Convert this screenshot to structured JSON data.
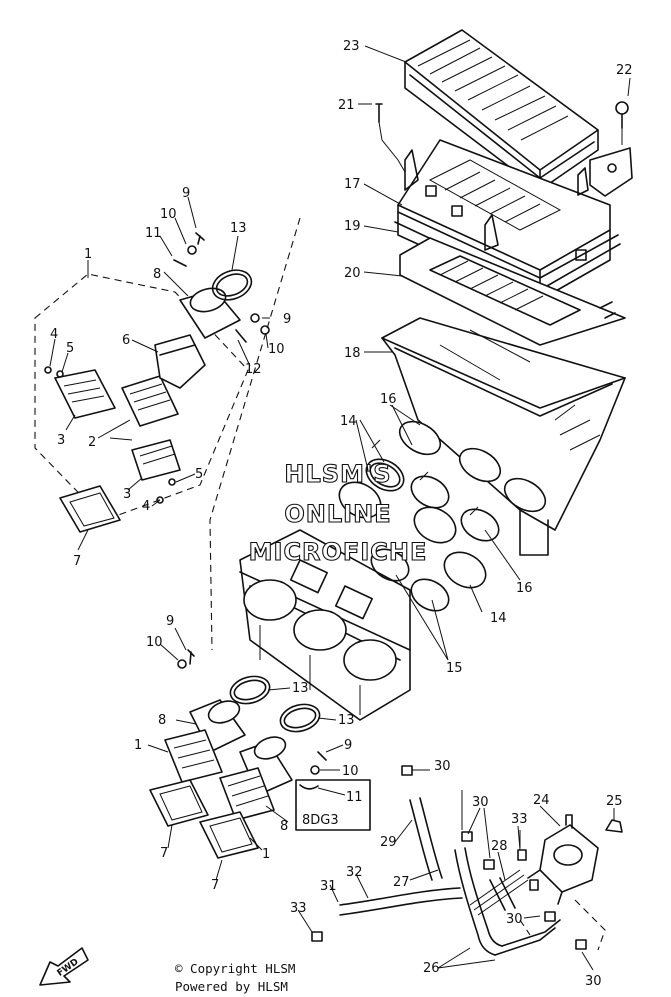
{
  "watermark": {
    "line1": "HLSM'S",
    "line2": "ONLINE",
    "line3": "MICROFICHE"
  },
  "footer": {
    "copyright": "© Copyright HLSM",
    "powered": "Powered by HLSM"
  },
  "fwd_label": "FWD",
  "model_code": "8DG3",
  "callouts": {
    "n1a": "1",
    "n1b": "1",
    "n1c": "1",
    "n2": "2",
    "n3a": "3",
    "n3b": "3",
    "n4a": "4",
    "n4b": "4",
    "n5a": "5",
    "n5b": "5",
    "n6": "6",
    "n7a": "7",
    "n7b": "7",
    "n7c": "7",
    "n8a": "8",
    "n8b": "8",
    "n8c": "8",
    "n9a": "9",
    "n9b": "9",
    "n9c": "9",
    "n9d": "9",
    "n10a": "10",
    "n10b": "10",
    "n10c": "10",
    "n10d": "10",
    "n11a": "11",
    "n11b": "11",
    "n12": "12",
    "n13a": "13",
    "n13b": "13",
    "n13c": "13",
    "n14a": "14",
    "n14b": "14",
    "n15": "15",
    "n16a": "16",
    "n16b": "16",
    "n17": "17",
    "n18": "18",
    "n19": "19",
    "n20": "20",
    "n21": "21",
    "n22": "22",
    "n23": "23",
    "n24": "24",
    "n25": "25",
    "n26": "26",
    "n27": "27",
    "n28": "28",
    "n29": "29",
    "n30a": "30",
    "n30b": "30",
    "n30c": "30",
    "n30d": "30",
    "n31": "31",
    "n32": "32",
    "n33a": "33",
    "n33b": "33"
  }
}
